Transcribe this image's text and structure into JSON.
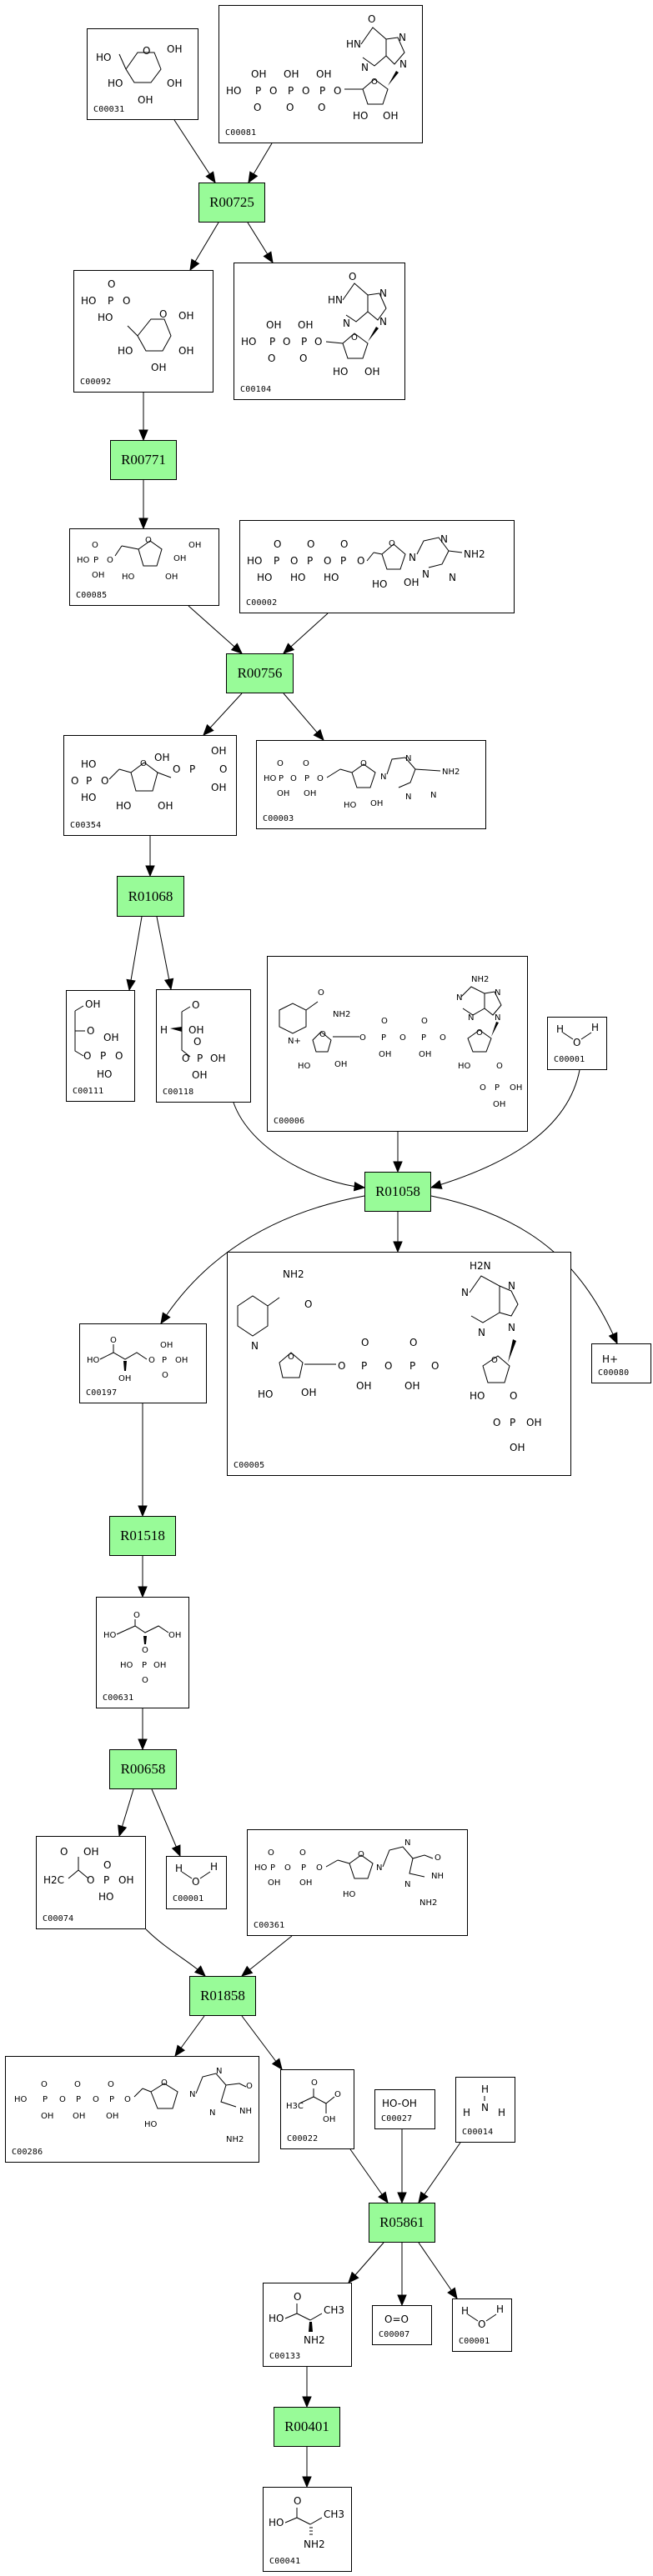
{
  "diagram": {
    "reaction_color": "#98fb98",
    "reactions": [
      {
        "id": "R00725"
      },
      {
        "id": "R00771"
      },
      {
        "id": "R00756"
      },
      {
        "id": "R01068"
      },
      {
        "id": "R01058"
      },
      {
        "id": "R01518"
      },
      {
        "id": "R00658"
      },
      {
        "id": "R01858"
      },
      {
        "id": "R05861"
      },
      {
        "id": "R00401"
      }
    ],
    "compounds": {
      "C00031": {
        "id": "C00031",
        "atoms": [
          "HO",
          "O",
          "OH",
          "HO",
          "OH",
          "OH"
        ]
      },
      "C00081": {
        "id": "C00081",
        "atoms": [
          "OH",
          "OH",
          "OH",
          "HO",
          "P",
          "O",
          "P",
          "O",
          "P",
          "O",
          "O",
          "O",
          "O",
          "O",
          "HN",
          "N",
          "N",
          "N",
          "HO",
          "OH"
        ]
      },
      "C00092": {
        "id": "C00092",
        "atoms": [
          "O",
          "HO",
          "P",
          "O",
          "HO",
          "O",
          "OH",
          "HO",
          "OH",
          "OH"
        ]
      },
      "C00104": {
        "id": "C00104",
        "atoms": [
          "OH",
          "OH",
          "HO",
          "P",
          "O",
          "P",
          "O",
          "O",
          "O",
          "O",
          "HN",
          "N",
          "N",
          "N",
          "O",
          "HO",
          "OH"
        ]
      },
      "C00085": {
        "id": "C00085",
        "atoms": [
          "O",
          "HO",
          "P",
          "O",
          "OH",
          "O",
          "OH",
          "OH",
          "HO",
          "OH"
        ]
      },
      "C00002": {
        "id": "C00002",
        "atoms": [
          "O",
          "O",
          "O",
          "HO",
          "P",
          "O",
          "P",
          "O",
          "P",
          "O",
          "HO",
          "HO",
          "HO",
          "O",
          "N",
          "N",
          "NH2",
          "N",
          "N",
          "HO",
          "OH"
        ]
      },
      "C00354": {
        "id": "C00354",
        "atoms": [
          "HO",
          "O",
          "P",
          "O",
          "HO",
          "O",
          "OH",
          "OH",
          "O",
          "P",
          "O",
          "OH",
          "HO",
          "OH"
        ]
      },
      "C00003": {
        "id": "C00003",
        "atoms": [
          "O",
          "O",
          "HO",
          "P",
          "O",
          "P",
          "O",
          "OH",
          "OH",
          "O",
          "N",
          "N",
          "NH2",
          "N",
          "N",
          "HO",
          "OH"
        ]
      },
      "C00111": {
        "id": "C00111",
        "atoms": [
          "OH",
          "O",
          "OH",
          "O",
          "P",
          "O",
          "HO"
        ]
      },
      "C00118": {
        "id": "C00118",
        "atoms": [
          "O",
          "H",
          "OH",
          "O",
          "O",
          "P",
          "OH",
          "OH"
        ]
      },
      "C00006": {
        "id": "C00006",
        "atoms": [
          "O",
          "NH2",
          "N+",
          "O",
          "HO",
          "OH",
          "O",
          "P",
          "O",
          "P",
          "O",
          "O",
          "O",
          "OH",
          "OH",
          "NH2",
          "N",
          "N",
          "N",
          "N",
          "O",
          "HO",
          "O",
          "O",
          "P",
          "OH",
          "OH"
        ]
      },
      "C00001a": {
        "id": "C00001",
        "atoms": [
          "H",
          "O",
          "H"
        ]
      },
      "C00197": {
        "id": "C00197",
        "atoms": [
          "O",
          "HO",
          "OH",
          "O",
          "P",
          "OH",
          "OH",
          "O"
        ]
      },
      "C00005": {
        "id": "C00005",
        "atoms": [
          "NH2",
          "O",
          "N",
          "O",
          "HO",
          "OH",
          "O",
          "P",
          "O",
          "P",
          "O",
          "O",
          "O",
          "OH",
          "OH",
          "H2N",
          "N",
          "N",
          "N",
          "N",
          "O",
          "HO",
          "O",
          "O",
          "P",
          "OH",
          "OH"
        ]
      },
      "C00080": {
        "id": "C00080",
        "atoms": [
          "H+"
        ]
      },
      "C00631": {
        "id": "C00631",
        "atoms": [
          "O",
          "HO",
          "OH",
          "O",
          "HO",
          "P",
          "OH",
          "O"
        ]
      },
      "C00074": {
        "id": "C00074",
        "atoms": [
          "O",
          "OH",
          "H2C",
          "O",
          "P",
          "OH",
          "O",
          "HO"
        ]
      },
      "C00001b": {
        "id": "C00001",
        "atoms": [
          "H",
          "O",
          "H"
        ]
      },
      "C00361": {
        "id": "C00361",
        "atoms": [
          "O",
          "O",
          "HO",
          "P",
          "O",
          "P",
          "O",
          "OH",
          "OH",
          "O",
          "N",
          "N",
          "O",
          "NH",
          "N",
          "NH2",
          "HO"
        ]
      },
      "C00286": {
        "id": "C00286",
        "atoms": [
          "O",
          "O",
          "O",
          "HO",
          "P",
          "O",
          "P",
          "O",
          "P",
          "O",
          "OH",
          "OH",
          "OH",
          "O",
          "N",
          "N",
          "O",
          "NH",
          "N",
          "NH2",
          "HO"
        ]
      },
      "C00022": {
        "id": "C00022",
        "atoms": [
          "O",
          "H3C",
          "O",
          "OH"
        ]
      },
      "C00027": {
        "id": "C00027",
        "atoms": [
          "HO-OH"
        ]
      },
      "C00014": {
        "id": "C00014",
        "atoms": [
          "H",
          "H",
          "N",
          "H"
        ]
      },
      "C00133": {
        "id": "C00133",
        "atoms": [
          "O",
          "HO",
          "CH3",
          "NH2"
        ]
      },
      "C00007": {
        "id": "C00007",
        "atoms": [
          "O=O"
        ]
      },
      "C00001c": {
        "id": "C00001",
        "atoms": [
          "H",
          "O",
          "H"
        ]
      },
      "C00041": {
        "id": "C00041",
        "atoms": [
          "O",
          "HO",
          "CH3",
          "NH2"
        ]
      }
    }
  }
}
